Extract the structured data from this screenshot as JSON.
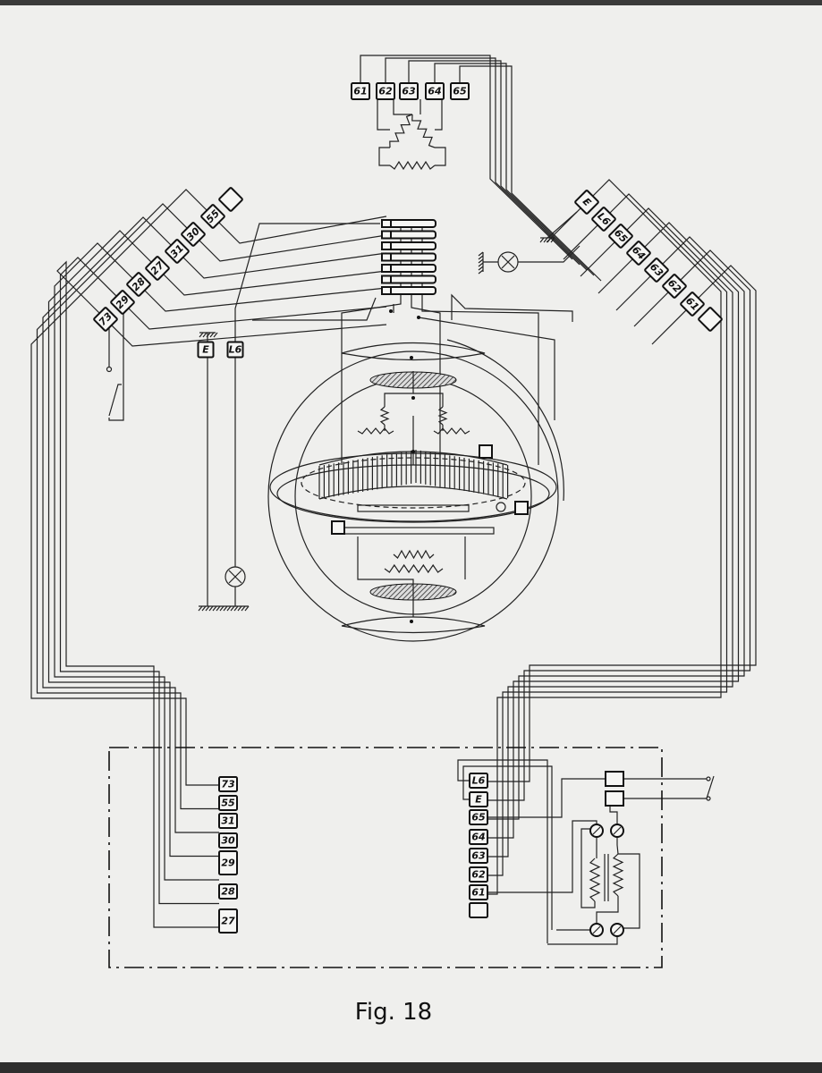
{
  "caption": "Fig. 18",
  "top_terminals": [
    "61",
    "62",
    "63",
    "64",
    "65"
  ],
  "left_diagonal_terminals": [
    "73",
    "29",
    "28",
    "27",
    "31",
    "30",
    "55",
    ""
  ],
  "right_diagonal_terminals": [
    "E",
    "L6",
    "65",
    "64",
    "63",
    "62",
    "61",
    ""
  ],
  "center_left_terminals": [
    "E",
    "L6"
  ],
  "bottom_left_terminals": [
    "73",
    "55",
    "31",
    "30",
    "29",
    "28",
    "27"
  ],
  "bottom_right_terminals": [
    "L6",
    "E",
    "65",
    "64",
    "63",
    "62",
    "61",
    ""
  ]
}
